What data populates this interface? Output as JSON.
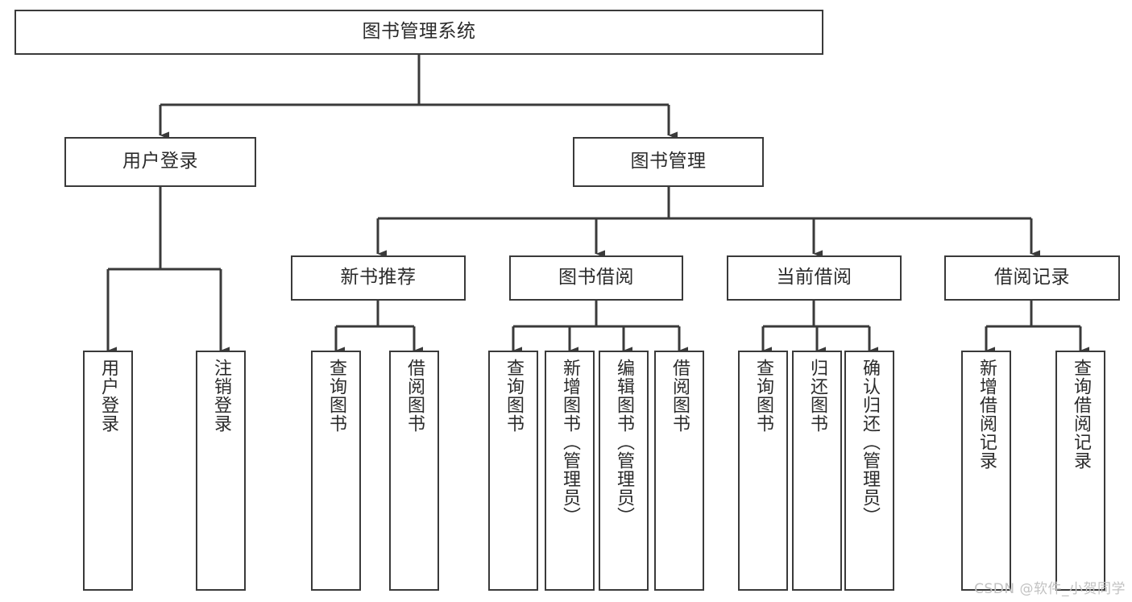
{
  "diagram": {
    "title": "图书管理系统",
    "type": "tree-hierarchy-chart",
    "watermark": "CSDN @软件_小贺同学",
    "colors": {
      "stroke": "#3a3a3a",
      "text": "#2b2b2b",
      "background": "#ffffff",
      "watermark": "#c2c2c2"
    },
    "root": {
      "label": "图书管理系统",
      "orientation": "horizontal"
    },
    "level2": [
      {
        "label": "用户登录",
        "orientation": "horizontal"
      },
      {
        "label": "图书管理",
        "orientation": "horizontal"
      }
    ],
    "level3": [
      {
        "label": "新书推荐",
        "orientation": "horizontal"
      },
      {
        "label": "图书借阅",
        "orientation": "horizontal"
      },
      {
        "label": "当前借阅",
        "orientation": "horizontal"
      },
      {
        "label": "借阅记录",
        "orientation": "horizontal"
      }
    ],
    "leaves": {
      "user_login": [
        {
          "label": "用户登录",
          "orientation": "vertical"
        },
        {
          "label": "注销登录",
          "orientation": "vertical"
        }
      ],
      "new_book_recommend": [
        {
          "label": "查询图书",
          "orientation": "vertical"
        },
        {
          "label": "借阅图书",
          "orientation": "vertical"
        }
      ],
      "book_borrow": [
        {
          "label": "查询图书",
          "orientation": "vertical"
        },
        {
          "label": "新增图书（管理员）",
          "orientation": "vertical"
        },
        {
          "label": "编辑图书（管理员）",
          "orientation": "vertical"
        },
        {
          "label": "借阅图书",
          "orientation": "vertical"
        }
      ],
      "current_borrow": [
        {
          "label": "查询图书",
          "orientation": "vertical"
        },
        {
          "label": "归还图书",
          "orientation": "vertical"
        },
        {
          "label": "确认归还（管理员）",
          "orientation": "vertical"
        }
      ],
      "borrow_record": [
        {
          "label": "新增借阅记录",
          "orientation": "vertical"
        },
        {
          "label": "查询借阅记录",
          "orientation": "vertical"
        }
      ]
    }
  }
}
